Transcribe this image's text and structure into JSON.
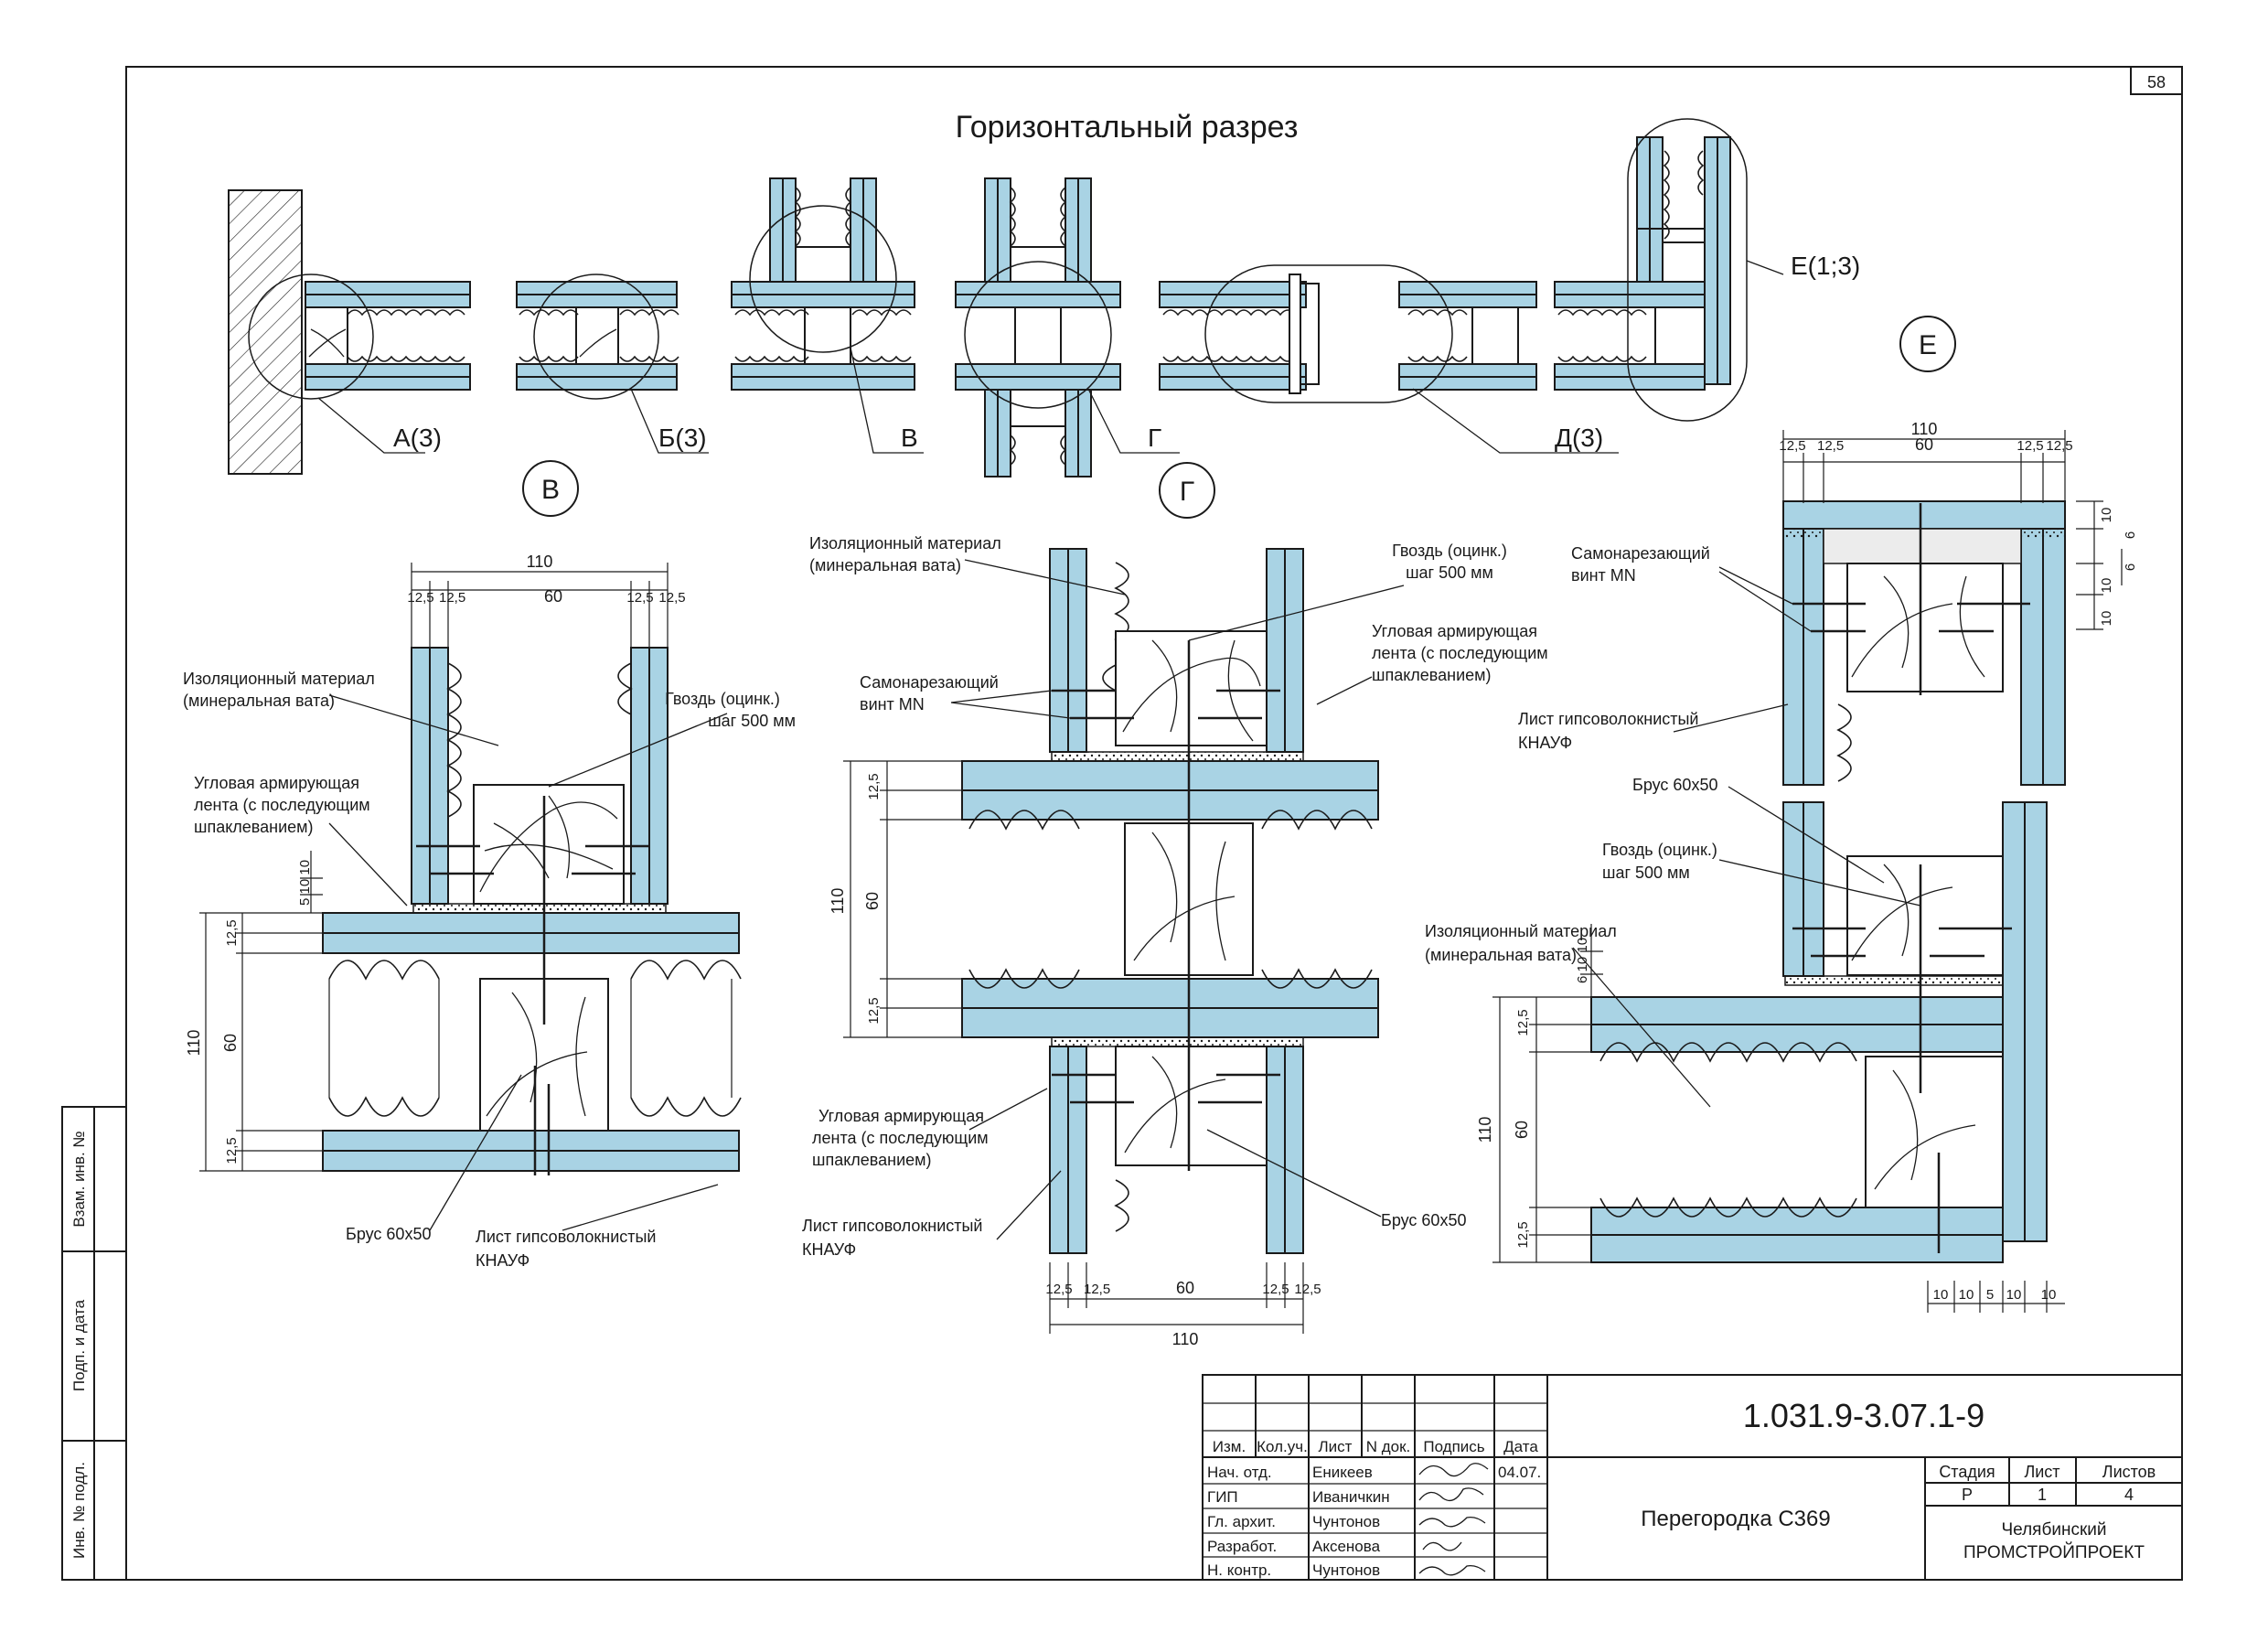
{
  "page_number": "58",
  "title": "Горизонтальный разрез",
  "overview_labels": [
    "А(3)",
    "Б(3)",
    "В",
    "Г",
    "Д(3)",
    "Е(1;3)"
  ],
  "detail_markers": {
    "v": "В",
    "g": "Г",
    "e": "Е"
  },
  "labels": {
    "insulation": [
      "Изоляционный материал",
      "(минеральная вата)"
    ],
    "nail": [
      "Гвоздь (оцинк.)",
      "шаг 500 мм"
    ],
    "corner_tape": [
      "Угловая армирующая",
      "лента (с последующим",
      "шпаклеванием)"
    ],
    "screw": [
      "Самонарезающий",
      "винт MN"
    ],
    "gypsum_sheet": [
      "Лист гипсоволокнистый",
      "КНАУФ"
    ],
    "beam": "Брус 60х50"
  },
  "dims": {
    "d110": "110",
    "d60": "60",
    "d125": "12,5",
    "d10": "10",
    "d5": "5",
    "d6": "6",
    "d510": "5 10 10",
    "d61010": "6 10 10"
  },
  "side_stamps": [
    "Взам. инв. №",
    "Подп. и дата",
    "Инв. № подл."
  ],
  "title_block": {
    "doc_code": "1.031.9-3.07.1-9",
    "name": "Перегородка С369",
    "org": [
      "Челябинский",
      "ПРОМСТРОЙПРОЕКТ"
    ],
    "headers": [
      "Изм.",
      "Кол.уч.",
      "Лист",
      "N док.",
      "Подпись",
      "Дата"
    ],
    "rows": [
      {
        "role": "Нач. отд.",
        "person": "Еникеев",
        "date": "04.07."
      },
      {
        "role": "ГИП",
        "person": "Иваничкин",
        "date": ""
      },
      {
        "role": "Гл. архит.",
        "person": "Чунтонов",
        "date": ""
      },
      {
        "role": "Разработ.",
        "person": "Аксенова",
        "date": ""
      },
      {
        "role": "Н. контр.",
        "person": "Чунтонов",
        "date": ""
      }
    ],
    "stage_headers": [
      "Стадия",
      "Лист",
      "Листов"
    ],
    "stage_values": [
      "Р",
      "1",
      "4"
    ]
  }
}
